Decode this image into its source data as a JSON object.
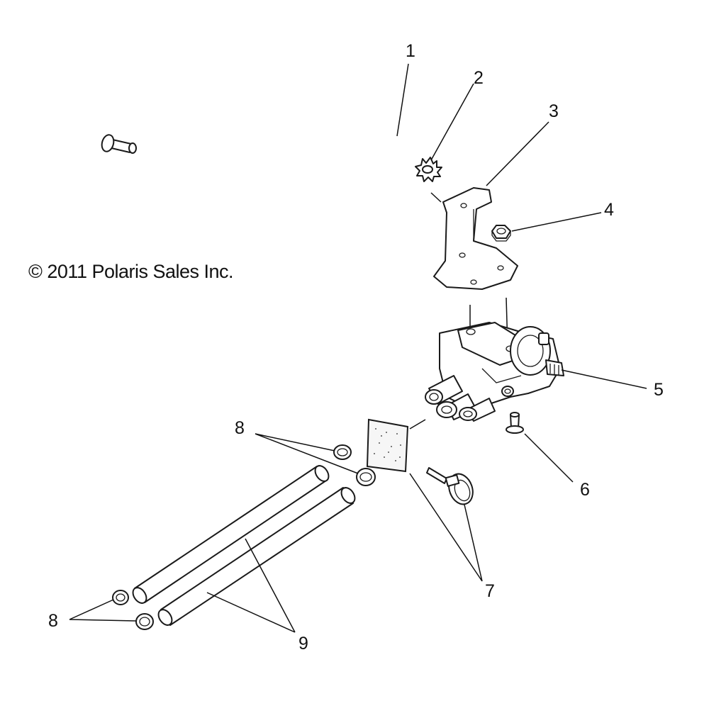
{
  "copyright": "© 2011 Polaris Sales Inc.",
  "callouts": [
    "1",
    "2",
    "3",
    "4",
    "5",
    "6",
    "7",
    "8",
    "9"
  ]
}
